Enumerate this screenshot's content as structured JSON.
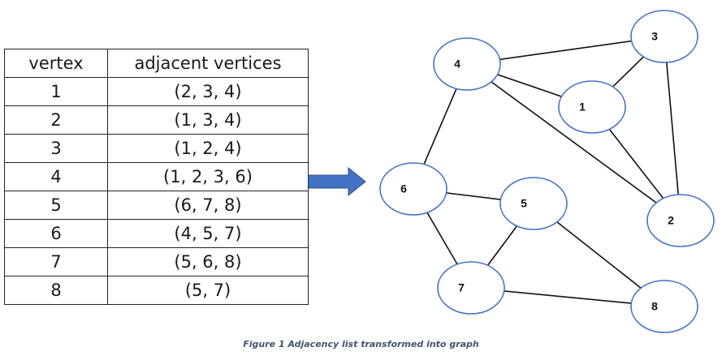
{
  "table": {
    "headers": [
      "vertex",
      "adjacent vertices"
    ],
    "rows": [
      {
        "vertex": "1",
        "adjacent": "(2, 3, 4)"
      },
      {
        "vertex": "2",
        "adjacent": "(1, 3, 4)"
      },
      {
        "vertex": "3",
        "adjacent": "(1, 2, 4)"
      },
      {
        "vertex": "4",
        "adjacent": "(1, 2, 3, 6)"
      },
      {
        "vertex": "5",
        "adjacent": "(6, 7, 8)"
      },
      {
        "vertex": "6",
        "adjacent": "(4, 5, 7)"
      },
      {
        "vertex": "7",
        "adjacent": "(5, 6, 8)"
      },
      {
        "vertex": "8",
        "adjacent": "(5, 7)"
      }
    ]
  },
  "graph": {
    "nodes": [
      "1",
      "2",
      "3",
      "4",
      "5",
      "6",
      "7",
      "8"
    ],
    "edges": [
      [
        "4",
        "3"
      ],
      [
        "3",
        "1"
      ],
      [
        "3",
        "2"
      ],
      [
        "4",
        "1"
      ],
      [
        "1",
        "2"
      ],
      [
        "4",
        "2"
      ],
      [
        "4",
        "6"
      ],
      [
        "6",
        "5"
      ],
      [
        "6",
        "7"
      ],
      [
        "5",
        "7"
      ],
      [
        "5",
        "8"
      ],
      [
        "7",
        "8"
      ]
    ]
  },
  "colors": {
    "node_stroke": "#4472c4",
    "arrow_fill": "#4472c4",
    "caption": "#44546a"
  },
  "caption": "Figure 1 Adjacency list transformed into graph"
}
